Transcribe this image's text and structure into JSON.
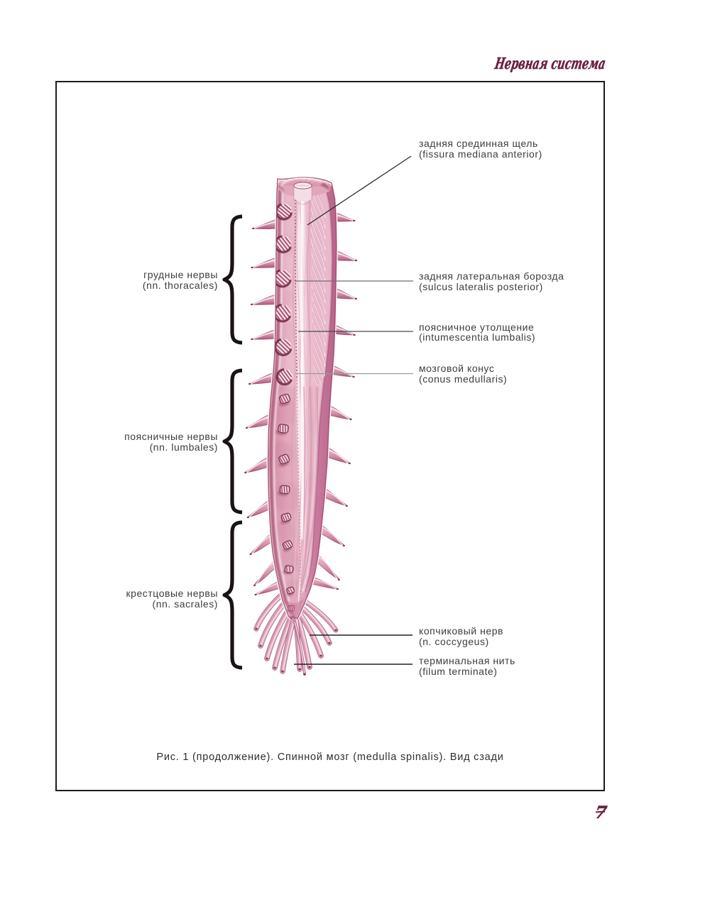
{
  "page": {
    "header": "Нервная система",
    "page_number": "7",
    "accent_color": "#6d1f42",
    "background": "#ffffff"
  },
  "figure": {
    "caption": "Рис. 1 (продолжение). Спинной мозг (medulla spinalis). Вид сзади",
    "left_labels": [
      {
        "line1": "грудные нервы",
        "line2": "(nn. thoracales)"
      },
      {
        "line1": "поясничные нервы",
        "line2": "(nn. lumbales)"
      },
      {
        "line1": "крестцовые нервы",
        "line2": "(nn. sacrales)"
      }
    ],
    "right_labels": [
      {
        "line1": "задняя срединная щель",
        "line2": "(fissura mediana anterior)"
      },
      {
        "line1": "задняя латеральная борозда",
        "line2": "(sulcus lateralis posterior)"
      },
      {
        "line1": "поясничное утолщение",
        "line2": "(intumescentia lumbalis)"
      },
      {
        "line1": "мозговой конус",
        "line2": "(conus medullaris)"
      },
      {
        "line1": "копчиковый нерв",
        "line2": "(n. coccygeus)"
      },
      {
        "line1": "терминальная нить",
        "line2": "(filum terminate)"
      }
    ]
  }
}
